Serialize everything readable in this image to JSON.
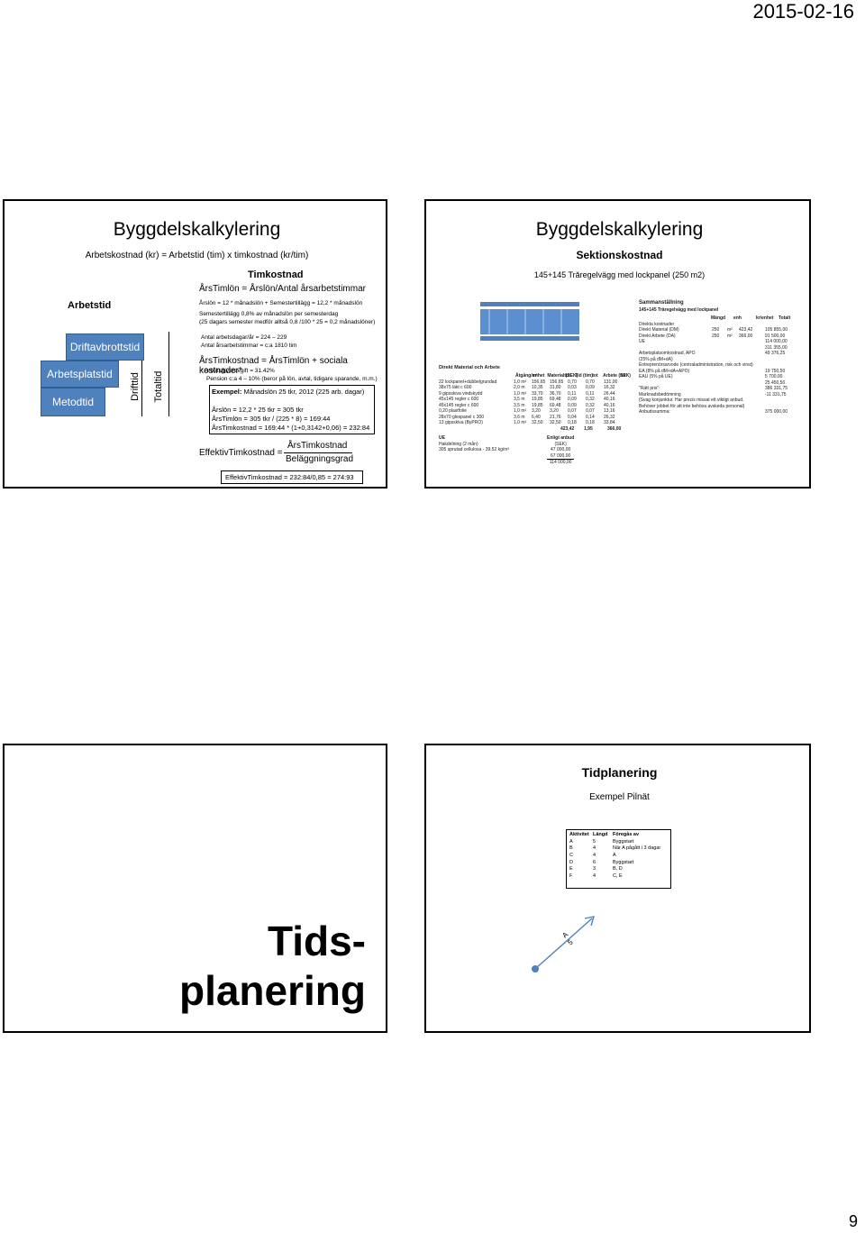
{
  "header": {
    "date": "2015-02-16"
  },
  "slide1": {
    "title": "Byggdelskalkylering",
    "subtitle": "Arbetskostnad (kr) = Arbetstid (tim) x timkostnad (kr/tim)",
    "arbetstid": "Arbetstid",
    "stairs": {
      "driftavbrott": "Driftavbrottstid",
      "arbetsplats": "Arbetsplatstid",
      "metod": "Metodtid"
    },
    "vlabels": {
      "drifttid": "Drifttid",
      "totaltid": "Totaltid"
    },
    "timkostnad_heading": "Timkostnad",
    "timlon_formula": "ÅrsTimlön = Årslön/Antal årsarbetstimmar",
    "arslon_line": "Årslön = 12 * månadslön + Semestertillägg = 12,2 * månadslön",
    "semester_1": "Semestertillägg 0,8% av månadslön per semesterdag",
    "semester_2": "(25 dagars semester medför alltså 0,8 /100 * 25 = 0,2 månadslöner)",
    "arbetsdagar": "Antal arbetsdagar/år = 224 – 229",
    "arsarbetstimmar": "Antal årsarbetstimmar = c:a 1810 tim",
    "timkostnad_formula": "ÅrsTimkostnad = ÅrsTimlön + sociala kostnader*",
    "note_1": "* Arbetsgivaravgift = 31.42%",
    "note_2": "Pension c:a 4 – 10% (beror på lön, avtal, tidigare sparande, m.m.)",
    "example_label": "Exempel:",
    "example_head": " Månadslön 25 tkr, 2012 (225 arb. dagar)",
    "example_1": "Årslön = 12,2 * 25 tkr = 305 tkr",
    "example_2": "ÅrsTimlön = 305 tkr / (225 * 8) = 169:44",
    "example_3": "ÅrsTimkostnad = 169:44 * (1+0,3142+0,06) = 232:84",
    "effektiv_lhs": "EffektivTimkostnad =",
    "effektiv_num": "ÅrsTimkostnad",
    "effektiv_den": "Beläggningsgrad",
    "effektiv_result": "EffektivTimkostnad = 232:84/0,85 = 274:93"
  },
  "slide2": {
    "title": "Byggdelskalkylering",
    "subtitle": "Sektionskostnad",
    "caption": "145+145 Trăregelvägg med lockpanel (250 m2)",
    "table_heading": "Direkt Material och Arbete",
    "table_cols": [
      "Åtgång/m²",
      "enhet",
      "Material (SEK)",
      "tot",
      "Tid (tim)",
      "tot",
      "Arbete (SEK)",
      "tot"
    ],
    "table_rows": [
      [
        "22 lockpanel+dubbelgrundad",
        "1,0 m²",
        "156,65",
        "156,65",
        "0,70",
        "0,70",
        "131,00"
      ],
      [
        "38x75 läkt c 600",
        "2,0 m",
        "10,35",
        "31,80",
        "0,03",
        "0,09",
        "16,32"
      ],
      [
        "9 gipsskiva vindskydd",
        "1,0 m²",
        "33,70",
        "36,70",
        "0,11",
        "0,11",
        "26,44"
      ],
      [
        "45x145 regler c 600",
        "3,5 m",
        "19,85",
        "69,48",
        "0,09",
        "0,32",
        "40,16"
      ],
      [
        "45x145 regler c 600",
        "3,5 m",
        "19,85",
        "69,48",
        "0,09",
        "0,32",
        "40,16"
      ],
      [
        "0,20 plastfolie",
        "1,0 m²",
        "3,20",
        "3,20",
        "0,07",
        "0,07",
        "13,16"
      ],
      [
        "28x70 glespanel c 300",
        "3,6 m",
        "6,40",
        "21,76",
        "0,04",
        "0,14",
        "26,32"
      ],
      [
        "13 gipsskiva (ByPRO)",
        "1,0 m²",
        "32,50",
        "32,50",
        "0,18",
        "0,18",
        "33,84"
      ]
    ],
    "table_totals": [
      "423,42",
      "1,95",
      "366,00"
    ],
    "ue_label": "UE",
    "ue_col_head": "Enligt anbud",
    "ue_col_unit": "(SEK)",
    "ue_rows": [
      [
        "Hakdelning (2 mån)",
        "47 000,00"
      ],
      [
        "305 sprutad cellulosa - 39.52 kg/m³",
        "67 000,00"
      ]
    ],
    "ue_total": "114 000,00",
    "summary_title": "Sammanställning",
    "summary_sub": "145+145 Träregelvägg med lockpanel",
    "summary_cols": [
      "Mängd",
      "enh",
      "kr/enhet",
      "Totalt"
    ],
    "summary_rows": [
      [
        "Direkta kostnader",
        "",
        "",
        "",
        ""
      ],
      [
        "Direkt Material (DM)",
        "250",
        "m²",
        "423,42",
        "105 855,00"
      ],
      [
        "Direkt Arbete (DA)",
        "250",
        "m²",
        "366,00",
        "91 500,00"
      ],
      [
        "UE",
        "",
        "",
        "",
        "114 000,00"
      ],
      [
        "",
        "",
        "",
        "",
        "311 355,00"
      ],
      [
        "Arbetsplatsomkostnad, APO",
        "",
        "",
        "",
        "49 376,25"
      ],
      [
        "(25% på dM+dA)",
        "",
        "",
        "",
        ""
      ],
      [
        "Entreprenörsarvode (centraladministration, risk och vinst)",
        "",
        "",
        "",
        ""
      ],
      [
        "EA (8% på dM+dA+APO)",
        "",
        "",
        "",
        "19 750,50"
      ],
      [
        "EAU (5% på UE)",
        "",
        "",
        "",
        "5 700,00"
      ],
      [
        "",
        "",
        "",
        "",
        "25 450,50"
      ],
      [
        "\"Rätt pris\":",
        "",
        "",
        "",
        "386 331,75"
      ],
      [
        "Marknadsbedömning",
        "",
        "",
        "",
        "-11 331,75"
      ],
      [
        "(Svag konjunktur. Har precis missat ett viktigt anbud.",
        "",
        "",
        "",
        ""
      ],
      [
        "Behöver jobbet för att inte behöva avskeda personal)",
        "",
        "",
        "",
        ""
      ],
      [
        "Anbudssumma:",
        "",
        "",
        "",
        "375 000,00"
      ]
    ]
  },
  "slide3": {
    "big_1": "Tids-",
    "big_2": "planering"
  },
  "slide4": {
    "title": "Tidplanering",
    "subtitle": "Exempel Pilnät",
    "table_cols": [
      "Aktivitet",
      "Längd",
      "Föregås av"
    ],
    "table_rows": [
      [
        "A",
        "5",
        "Byggstart"
      ],
      [
        "B",
        "4",
        "När A pågått i 3 dagar"
      ],
      [
        "C",
        "4",
        "A"
      ],
      [
        "D",
        "6",
        "Byggstart"
      ],
      [
        "E",
        "3",
        "B, D"
      ],
      [
        "F",
        "4",
        "C, E"
      ]
    ],
    "arrow_label_1": "A",
    "arrow_label_2": "5"
  },
  "footer": {
    "page_number": "9"
  },
  "colors": {
    "stair_blue": "#4f81bd",
    "node_blue": "#4f81bd"
  }
}
